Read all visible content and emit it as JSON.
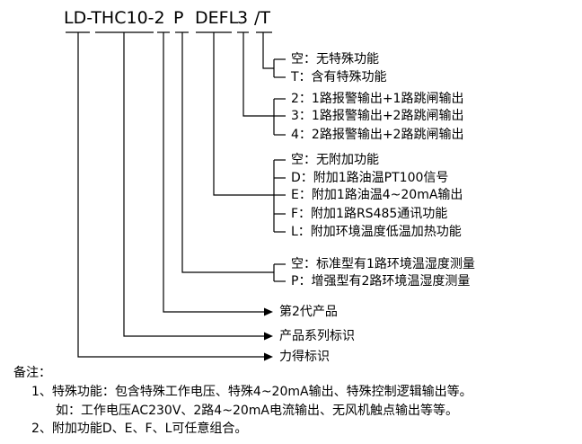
{
  "model_code": {
    "base": "LD-THC10-2",
    "seg_p": "P",
    "seg_defl": "DEFL",
    "seg_3": "3",
    "seg_t": "/T"
  },
  "special_function": [
    "空：无特殊功能",
    "T：含有特殊功能"
  ],
  "relay_output": [
    "2：1路报警输出+1路跳闸输出",
    "3：1路报警输出+2路跳闸输出",
    "4：2路报警输出+2路跳闸输出"
  ],
  "additional_function": [
    "空：无附加功能",
    "D：附加1路油温PT100信号",
    "E：附加1路油温4~20mA输出",
    "F：附加1路RS485通讯功能",
    "L：附加环境温度低温加热功能"
  ],
  "type": [
    "空：标准型有1路环境温湿度测量",
    "P：增强型有2路环境温湿度测量"
  ],
  "generation": "第2代产品",
  "series": "产品系列标识",
  "brand": "力得标识",
  "notes": {
    "title": "备注：",
    "line1": "1、特殊功能：包含特殊工作电压、特殊4~20mA输出、特殊控制逻辑输出等。",
    "line2": "如：工作电压AC230V、2路4~20mA电流输出、无风机触点输出等等。",
    "line3": "2、附加功能D、E、F、L可任意组合。"
  }
}
